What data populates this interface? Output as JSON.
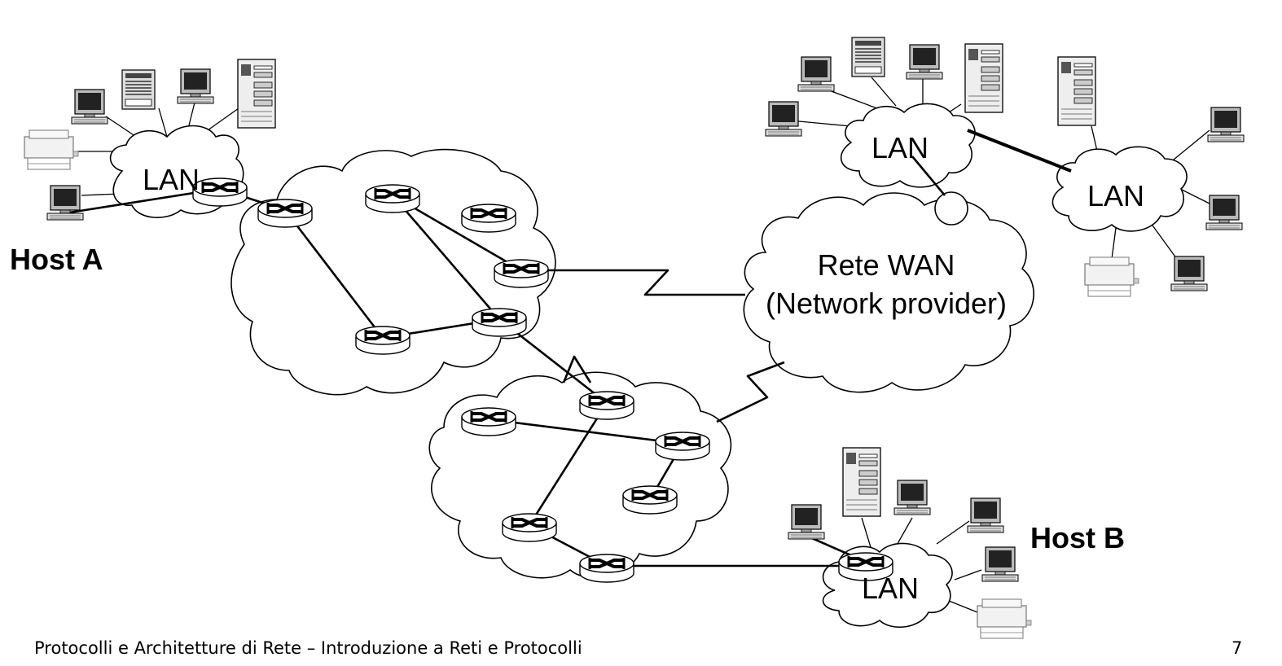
{
  "labels": {
    "host_a": "Host A",
    "host_b": "Host B",
    "lan": "LAN",
    "wan_line1": "Rete WAN",
    "wan_line2": "(Network provider)"
  },
  "footer": {
    "title": "Protocolli e Architetture di Rete – Introduzione a Reti e Protocolli",
    "page_number": "7"
  },
  "icons": {
    "router": "router-icon",
    "workstation": "workstation-icon",
    "server": "server-tower-icon",
    "printer": "printer-icon",
    "cloud": "network-cloud"
  }
}
